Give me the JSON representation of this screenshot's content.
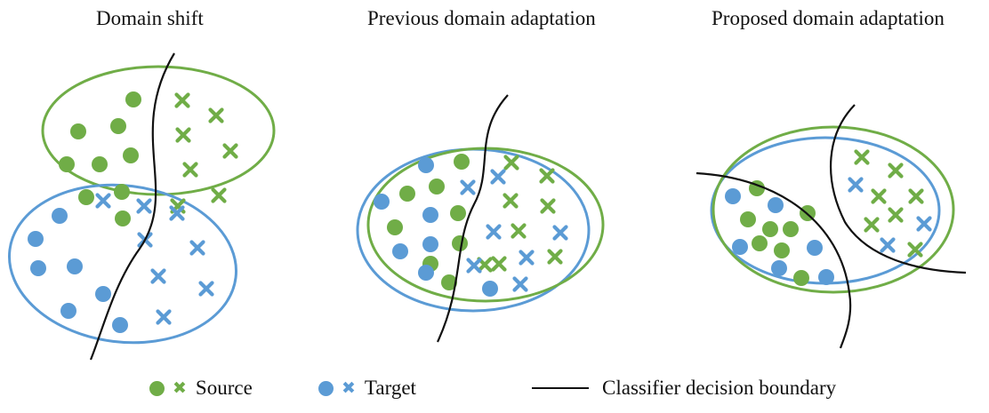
{
  "panels": [
    {
      "title": "Domain shift"
    },
    {
      "title": "Previous domain adaptation"
    },
    {
      "title": "Proposed domain adaptation"
    }
  ],
  "legend": {
    "source_label": "Source",
    "target_label": "Target",
    "boundary_label": "Classifier decision boundary"
  },
  "colors": {
    "source": "#70AD47",
    "target": "#5B9BD5",
    "boundary": "#111111"
  }
}
